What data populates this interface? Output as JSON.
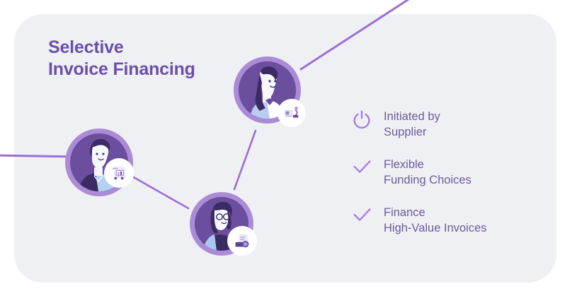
{
  "card": {
    "background_color": "#eff0f3",
    "corner_radius": "40px"
  },
  "header": {
    "title": "Selective\nInvoice Financing",
    "title_color": "#6b4fa8"
  },
  "features": {
    "text_color": "#6c5b9e",
    "icon_color": "#a87fe0",
    "items": [
      {
        "icon": "power-icon",
        "label": "Initiated by\nSupplier"
      },
      {
        "icon": "check-icon",
        "label": "Flexible\nFunding Choices"
      },
      {
        "icon": "check-icon",
        "label": "Finance\nHigh-Value Invoices"
      }
    ]
  },
  "network": {
    "line_color": "#9b6fd4",
    "ring_color": "#ab8ad6",
    "disc_color": "#6b4e9e",
    "badge_background": "#ffffff",
    "nodes": [
      {
        "name": "supplier-avatar-top",
        "badge_icon": "document-gear-icon"
      },
      {
        "name": "supplier-avatar-left",
        "badge_icon": "document-chart-icon"
      },
      {
        "name": "supplier-avatar-center",
        "badge_icon": "document-coin-icon"
      }
    ]
  }
}
